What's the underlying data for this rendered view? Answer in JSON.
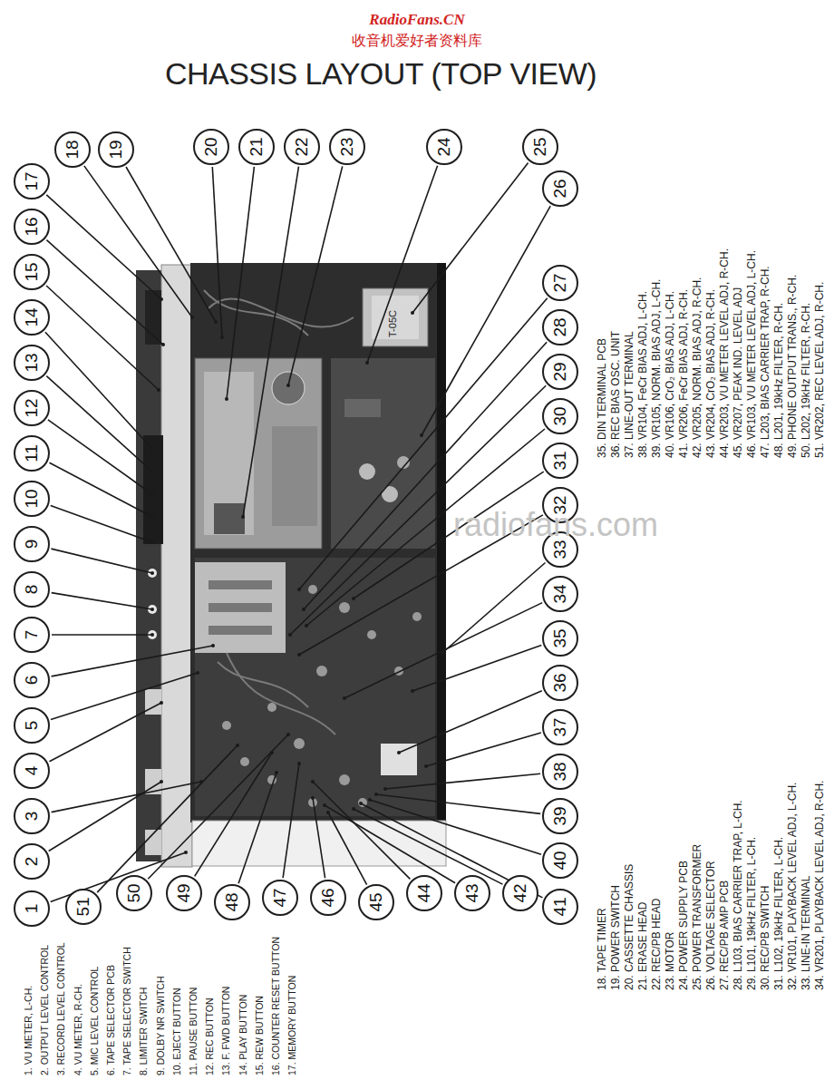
{
  "diagram": {
    "title": "CHASSIS LAYOUT (TOP VIEW)",
    "nodes": [
      {
        "text": [
          "1"
        ]
      },
      {
        "text": [
          "2"
        ]
      },
      {
        "text": [
          "3"
        ]
      },
      {
        "text": [
          "4"
        ]
      },
      {
        "text": [
          "5"
        ]
      },
      {
        "text": [
          "6"
        ]
      },
      {
        "text": [
          "7"
        ]
      },
      {
        "text": [
          "8"
        ]
      },
      {
        "text": [
          "9"
        ]
      },
      {
        "text": [
          "10"
        ]
      },
      {
        "text": [
          "11"
        ]
      },
      {
        "text": [
          "12"
        ]
      },
      {
        "text": [
          "13"
        ]
      },
      {
        "text": [
          "14"
        ]
      },
      {
        "text": [
          "15"
        ]
      },
      {
        "text": [
          "16"
        ]
      },
      {
        "text": [
          "17"
        ]
      },
      {
        "text": [
          "18"
        ]
      },
      {
        "text": [
          "19"
        ]
      },
      {
        "text": [
          "20"
        ]
      },
      {
        "text": [
          "21"
        ]
      },
      {
        "text": [
          "22"
        ]
      },
      {
        "text": [
          "23"
        ]
      },
      {
        "text": [
          "24"
        ]
      },
      {
        "text": [
          "25"
        ]
      },
      {
        "text": [
          "26"
        ]
      },
      {
        "text": [
          "27"
        ]
      },
      {
        "text": [
          "28"
        ]
      },
      {
        "text": [
          "29"
        ]
      },
      {
        "text": [
          "30"
        ]
      },
      {
        "text": [
          "31"
        ]
      },
      {
        "text": [
          "32"
        ]
      },
      {
        "text": [
          "33"
        ]
      },
      {
        "text": [
          "34"
        ]
      },
      {
        "text": [
          "35"
        ]
      },
      {
        "text": [
          "36"
        ]
      },
      {
        "text": [
          "37"
        ]
      },
      {
        "text": [
          "38"
        ]
      },
      {
        "text": [
          "39"
        ]
      },
      {
        "text": [
          "40"
        ]
      },
      {
        "text": [
          "41"
        ]
      },
      {
        "text": [
          "42"
        ]
      },
      {
        "text": [
          "43"
        ]
      },
      {
        "text": [
          "44"
        ]
      },
      {
        "text": [
          "45"
        ]
      },
      {
        "text": [
          "46"
        ]
      },
      {
        "text": [
          "47"
        ]
      },
      {
        "text": [
          "48"
        ]
      },
      {
        "text": [
          "49"
        ]
      },
      {
        "text": [
          "50"
        ]
      },
      {
        "text": [
          "51"
        ]
      }
    ],
    "labels": [
      "1. VU METER, L-CH.",
      "2. OUTPUT LEVEL CONTROL",
      "3. RECORD LEVEL CONTROL",
      "4. VU METER, R-CH.",
      "5. MIC LEVEL CONTROL",
      "6. TAPE SELECTOR PCB",
      "7. TAPE SELECTOR SWITCH",
      "8. LIMITER SWITCH",
      "9. DOLBY NR SWITCH",
      "10. EJECT BUTTON",
      "11. PAUSE BUTTON",
      "12. REC BUTTON",
      "13. F. FWD BUTTON",
      "14. PLAY BUTTON",
      "15. REW BUTTON",
      "16. COUNTER RESET BUTTON",
      "17. MEMORY BUTTON",
      "18. TAPE TIMER",
      "19. POWER SWITCH",
      "20. CASSETTE CHASSIS",
      "21. ERASE HEAD",
      "22. REC/PB HEAD",
      "23. MOTOR",
      "24. POWER SUPPLY PCB",
      "25. POWER TRANSFORMER",
      "26. VOLTAGE SELECTOR",
      "27. REC/PB AMP PCB",
      "28. L103, BIAS CARRIER TRAP, L-CH.",
      "29. L101, 19kHz FILTER, L-CH.",
      "30. REC/PB SWITCH",
      "31. L102, 19kHz FILTER, L-CH.",
      "32. VR101, PLAYBACK LEVEL ADJ, L-CH.",
      "33. LINE-IN TERMINAL",
      "34. VR201, PLAYBACK LEVEL ADJ, R-CH.",
      "35. DIN TERMINAL PCB",
      "36. REC BIAS OSC. UNIT",
      "37. LINE-OUT TERMINAL",
      "38. VR104, FeCr BIAS ADJ, L-CH.",
      "39. VR105, NORM. BIAS ADJ, L-CH.",
      "40. VR106, CrO₂ BIAS ADJ, L-CH.",
      "41. VR206, FeCr BIAS ADJ, R-CH.",
      "42. VR205, NORM. BIAS ADJ, R-CH.",
      "43. VR204, CrO₂ BIAS ADJ, R-CH.",
      "44. VR203, VU METER LEVEL ADJ, R-CH.",
      "45. VR207, PEAK IND. LEVEL ADJ",
      "46. VR103, VU METER LEVEL ADJ, L-CH.",
      "47. L203, BIAS CARRIER TRAP, R-CH.",
      "48. L201, 19kHz FILTER, R-CH.",
      "49. PHONE OUTPUT TRANS., R-CH.",
      "50. L202, 19kHz FILTER, R-CH.",
      "51. VR202, REC LEVEL ADJ, R-CH.",
      "RadioFans.CN",
      "收音机爱好者资料库",
      "radiofans.com",
      "T-05C"
    ]
  }
}
